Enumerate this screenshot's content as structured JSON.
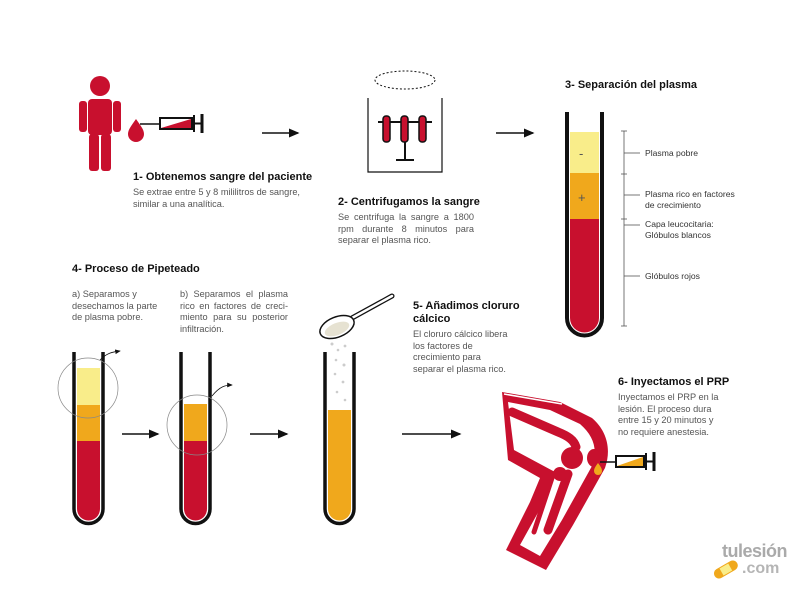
{
  "steps": {
    "s1": {
      "title": "1- Obtenemos sangre del paciente",
      "text": "Se extrae entre 5 y 8 mililitros de sangre, similar a una analítica."
    },
    "s2": {
      "title": "2- Centrifugamos la sangre",
      "text": "Se centrifuga la sangre a 1800 rpm durante 8 minutos para separar el plasma rico."
    },
    "s3": {
      "title": "3- Separación del plasma",
      "minus": "-",
      "plus": "+",
      "labels": {
        "plasma_pobre": "Plasma pobre",
        "plasma_rico_1": "Plasma rico en factores",
        "plasma_rico_2": "de crecimiento",
        "capa_1": "Capa leucocitaria:",
        "capa_2": "Glóbulos blancos",
        "globulos_rojos": "Glóbulos rojos"
      }
    },
    "s4": {
      "title": "4- Proceso de Pipeteado",
      "a": "a) Separamos y desechamos la parte de plasma pobre.",
      "b": "b) Separamos el plasma rico en factores de creci-miento para su posterior infiltración."
    },
    "s5": {
      "title_1": "5- Añadimos cloruro",
      "title_2": "cálcico",
      "text": "El cloruro cálcico libera los factores de crecimiento para separar el plasma rico."
    },
    "s6": {
      "title": "6- Inyectamos el PRP",
      "text": "Inyectamos el PRP en la lesión. El proceso dura entre 15 y 20 minutos y no requiere anestesia."
    }
  },
  "logo": {
    "line1": "tulesión",
    "line2": ".com"
  },
  "colors": {
    "red": "#c8102e",
    "orange": "#f0a81c",
    "yellow": "#f9ed8a",
    "dark": "#111111"
  }
}
